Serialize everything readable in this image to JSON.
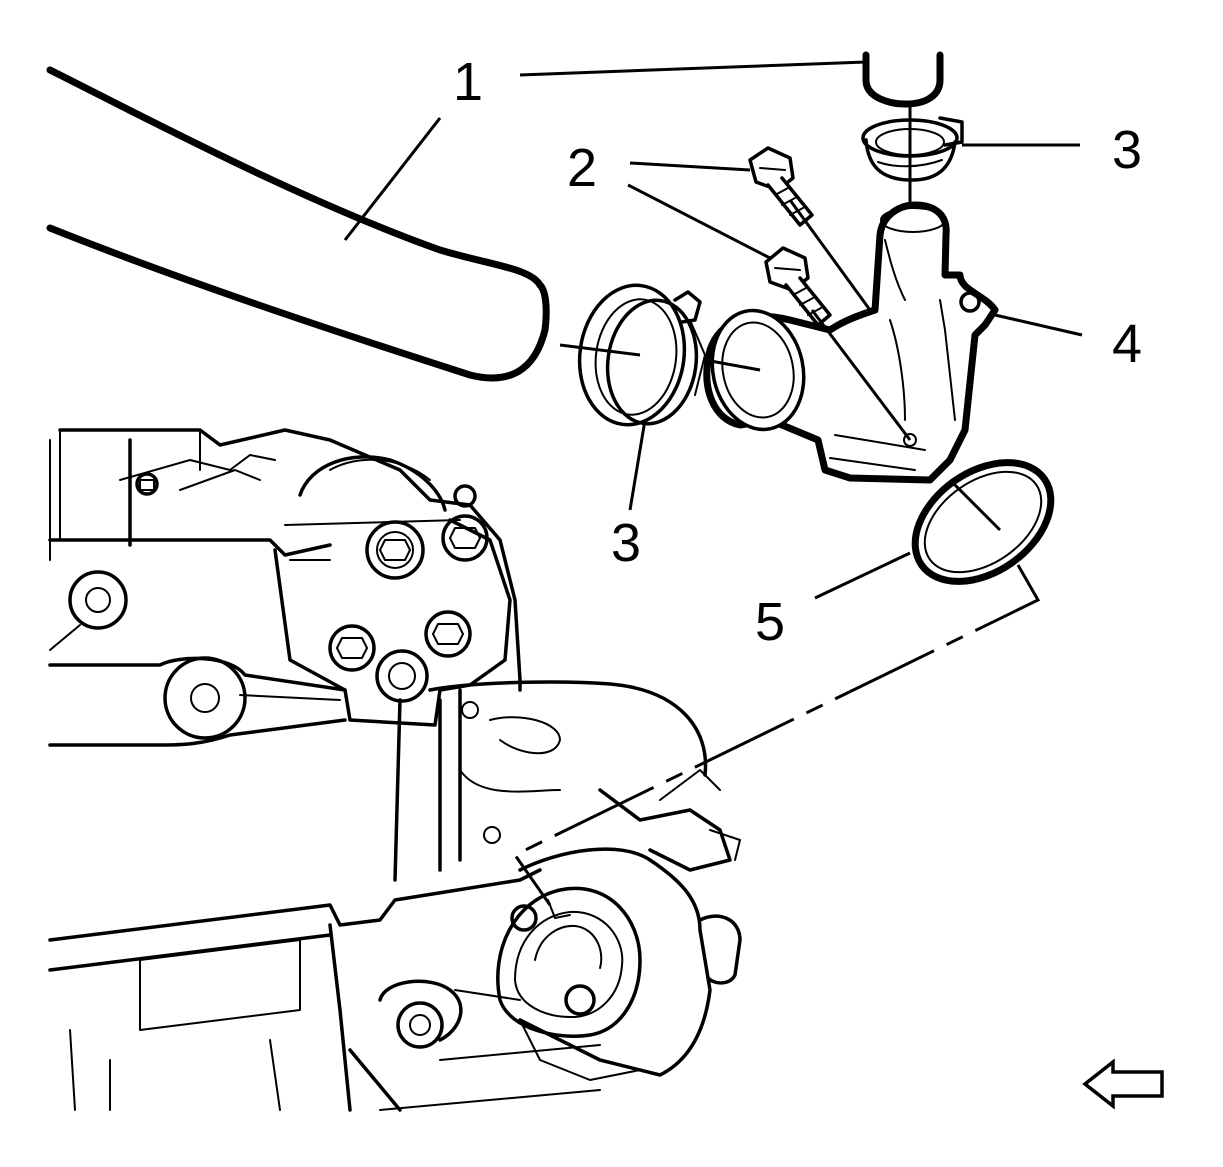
{
  "callouts": [
    {
      "id": "hose",
      "label": "1"
    },
    {
      "id": "bolt",
      "label": "2"
    },
    {
      "id": "clamp-upper",
      "label": "3"
    },
    {
      "id": "clamp-lower",
      "label": "3"
    },
    {
      "id": "thermostat-housing",
      "label": "4"
    },
    {
      "id": "seal",
      "label": "5"
    }
  ],
  "icons": {
    "direction_arrow": "left-arrow-icon"
  }
}
